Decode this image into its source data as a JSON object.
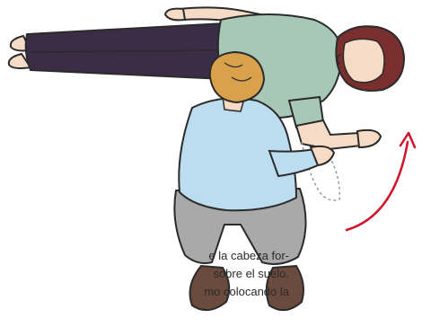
{
  "caption": {
    "line1": "e la cabeza for-",
    "line2": "sobre el suelo.",
    "line3": "mo colocando la"
  },
  "colors": {
    "outline": "#2b2b2b",
    "skin": "#f6dcc6",
    "pants_victim": "#3b2d45",
    "shirt_victim": "#a7c8b6",
    "hair_victim": "#7a2f2e",
    "shirt_rescuer": "#bcdcef",
    "hair_rescuer": "#d9a14c",
    "pants_rescuer": "#a9a9a9",
    "shoes": "#6b4b3d",
    "arrow": "#d1142c"
  }
}
